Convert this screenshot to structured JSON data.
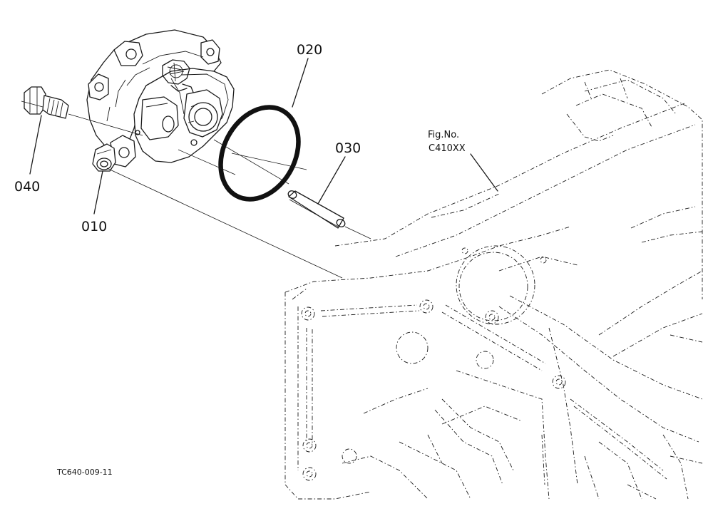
{
  "figure": {
    "fig_label": "Fig.No.",
    "fig_number": "C410XX",
    "drawing_code": "TC640-009-11"
  },
  "parts": [
    {
      "id": "010"
    },
    {
      "id": "020"
    },
    {
      "id": "030"
    },
    {
      "id": "040"
    }
  ]
}
